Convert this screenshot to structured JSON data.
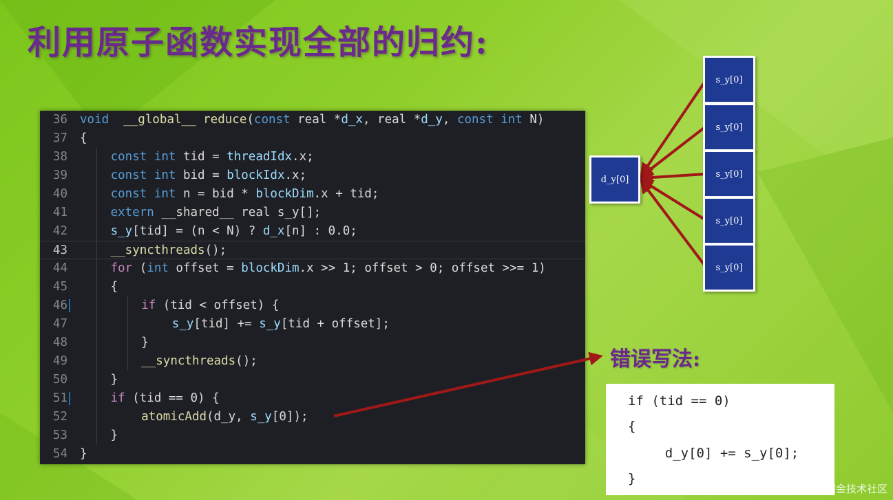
{
  "title": "利用原子函数实现全部的归约:",
  "code": {
    "lines": [
      {
        "n": "36",
        "indent": 0,
        "tokens": [
          [
            "kw",
            "void"
          ],
          [
            "",
            "  "
          ],
          [
            "fn",
            "__global__"
          ],
          [
            "",
            " "
          ],
          [
            "fn",
            "reduce"
          ],
          [
            "",
            "("
          ],
          [
            "kw",
            "const"
          ],
          [
            "",
            " real *"
          ],
          [
            "id",
            "d_x"
          ],
          [
            "",
            ", real *"
          ],
          [
            "id",
            "d_y"
          ],
          [
            "",
            ", "
          ],
          [
            "kw",
            "const"
          ],
          [
            "",
            " "
          ],
          [
            "kw",
            "int"
          ],
          [
            "",
            " N)"
          ]
        ]
      },
      {
        "n": "37",
        "indent": 0,
        "tokens": [
          [
            "",
            "{"
          ]
        ]
      },
      {
        "n": "38",
        "indent": 1,
        "tokens": [
          [
            "kw",
            "const"
          ],
          [
            "",
            " "
          ],
          [
            "kw",
            "int"
          ],
          [
            "",
            " tid = "
          ],
          [
            "id",
            "threadIdx"
          ],
          [
            "",
            ".x;"
          ]
        ]
      },
      {
        "n": "39",
        "indent": 1,
        "tokens": [
          [
            "kw",
            "const"
          ],
          [
            "",
            " "
          ],
          [
            "kw",
            "int"
          ],
          [
            "",
            " bid = "
          ],
          [
            "id",
            "blockIdx"
          ],
          [
            "",
            ".x;"
          ]
        ]
      },
      {
        "n": "40",
        "indent": 1,
        "tokens": [
          [
            "kw",
            "const"
          ],
          [
            "",
            " "
          ],
          [
            "kw",
            "int"
          ],
          [
            "",
            " n = bid * "
          ],
          [
            "id",
            "blockDim"
          ],
          [
            "",
            ".x + tid;"
          ]
        ]
      },
      {
        "n": "41",
        "indent": 1,
        "tokens": [
          [
            "kw",
            "extern"
          ],
          [
            "",
            " __shared__ real s_y[];"
          ]
        ]
      },
      {
        "n": "42",
        "indent": 1,
        "tokens": [
          [
            "id",
            "s_y"
          ],
          [
            "",
            "[tid] = (n < N) ? "
          ],
          [
            "id",
            "d_x"
          ],
          [
            "",
            "[n] : 0.0;"
          ]
        ]
      },
      {
        "n": "43",
        "indent": 1,
        "tokens": [
          [
            "fn",
            "__syncthreads"
          ],
          [
            "",
            "();"
          ]
        ]
      },
      {
        "n": "44",
        "indent": 1,
        "tokens": [
          [
            "kw2",
            "for"
          ],
          [
            "",
            " ("
          ],
          [
            "kw",
            "int"
          ],
          [
            "",
            " offset = "
          ],
          [
            "id",
            "blockDim"
          ],
          [
            "",
            ".x >> 1; offset > 0; offset >>= 1)"
          ]
        ]
      },
      {
        "n": "45",
        "indent": 1,
        "tokens": [
          [
            "",
            "{"
          ]
        ]
      },
      {
        "n": "46",
        "indent": 2,
        "tokens": [
          [
            "kw2",
            "if"
          ],
          [
            "",
            " (tid < offset) {"
          ]
        ]
      },
      {
        "n": "47",
        "indent": 3,
        "tokens": [
          [
            "id",
            "s_y"
          ],
          [
            "",
            "[tid] += "
          ],
          [
            "id",
            "s_y"
          ],
          [
            "",
            "[tid + offset];"
          ]
        ]
      },
      {
        "n": "48",
        "indent": 2,
        "tokens": [
          [
            "",
            "}"
          ]
        ]
      },
      {
        "n": "49",
        "indent": 2,
        "tokens": [
          [
            "fn",
            "__syncthreads"
          ],
          [
            "",
            "();"
          ]
        ]
      },
      {
        "n": "50",
        "indent": 1,
        "tokens": [
          [
            "",
            "}"
          ]
        ]
      },
      {
        "n": "51",
        "indent": 1,
        "tokens": [
          [
            "kw2",
            "if"
          ],
          [
            "",
            " (tid == 0) {"
          ]
        ]
      },
      {
        "n": "52",
        "indent": 2,
        "tokens": [
          [
            "fn",
            "atomicAdd"
          ],
          [
            "",
            "(d_y, "
          ],
          [
            "id",
            "s_y"
          ],
          [
            "",
            "[0]);"
          ]
        ]
      },
      {
        "n": "53",
        "indent": 1,
        "tokens": [
          [
            "",
            "}"
          ]
        ]
      },
      {
        "n": "54",
        "indent": 0,
        "tokens": [
          [
            "",
            "}"
          ]
        ]
      }
    ],
    "current_line": "43",
    "marked_lines": [
      "46",
      "51"
    ]
  },
  "diagram": {
    "target_box": "d_y[0]",
    "source_boxes": [
      "s_y[0]",
      "s_y[0]",
      "s_y[0]",
      "s_y[0]",
      "s_y[0]"
    ]
  },
  "wrong": {
    "label": "错误写法:",
    "lines": [
      "if (tid == 0)",
      "{",
      "    d_y[0] += s_y[0];",
      "}"
    ]
  },
  "watermark": "@稀土掘金技术社区",
  "colors": {
    "title": "#6a2a8c",
    "box": "#1f3a93",
    "arrow": "#a01818",
    "code_bg": "#1e1f24"
  }
}
